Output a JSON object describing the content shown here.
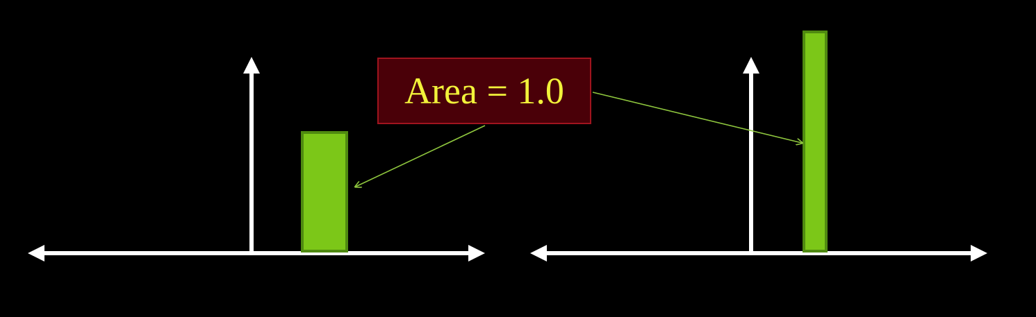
{
  "callout": {
    "text": "Area = 1.0"
  },
  "colors": {
    "background": "#000000",
    "axis": "#ffffff",
    "bar_fill": "#7cc718",
    "bar_stroke": "#4f8a10",
    "arrow": "#8fc73e",
    "callout_fill": "#4a0008",
    "callout_border": "#a0141e",
    "callout_text": "#f2f23a"
  },
  "panels": [
    {
      "name": "wide-short-rectangle",
      "bar_height_relative": 1.0
    },
    {
      "name": "narrow-tall-rectangle",
      "bar_height_relative": 1.9
    }
  ]
}
